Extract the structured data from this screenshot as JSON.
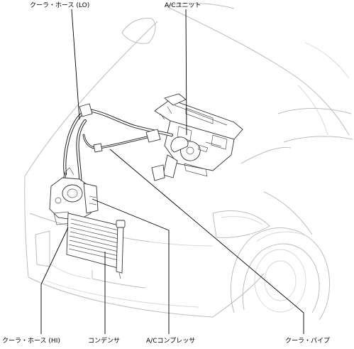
{
  "labels": {
    "cooler_hose_lo": "クーラ・ホース (LO)",
    "ac_unit": "A/Cユニット",
    "cooler_hose_hi": "クーラ・ホース (HI)",
    "condenser": "コンデンサ",
    "ac_compressor": "A/Cコンプレッサ",
    "cooler_pipe": "クーラ・パイプ"
  }
}
